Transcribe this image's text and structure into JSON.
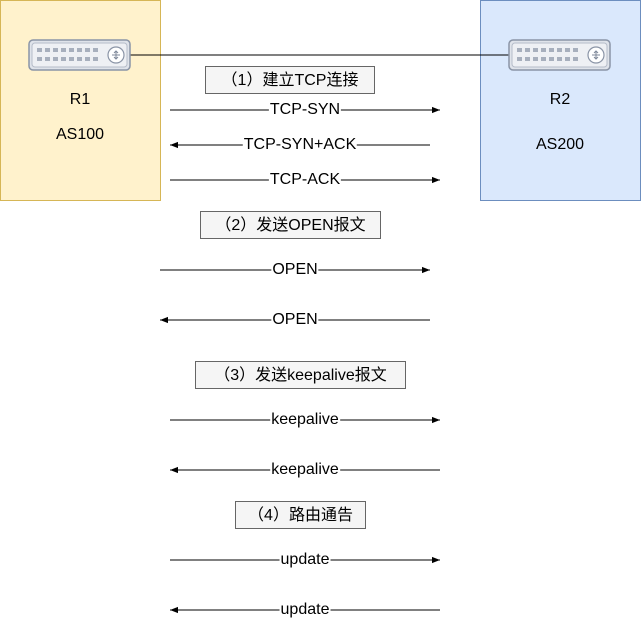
{
  "routers": [
    {
      "name": "R1",
      "as": "AS100"
    },
    {
      "name": "R2",
      "as": "AS200"
    }
  ],
  "phases": [
    "（1）建立TCP连接",
    "（2）发送OPEN报文",
    "（3）发送keepalive报文",
    "（4）路由通告"
  ],
  "messages": [
    {
      "label": "TCP-SYN",
      "direction": "right"
    },
    {
      "label": "TCP-SYN+ACK",
      "direction": "left"
    },
    {
      "label": "TCP-ACK",
      "direction": "right"
    },
    {
      "label": "OPEN",
      "direction": "right"
    },
    {
      "label": "OPEN",
      "direction": "left"
    },
    {
      "label": "keepalive",
      "direction": "right"
    },
    {
      "label": "keepalive",
      "direction": "left"
    },
    {
      "label": "update",
      "direction": "right"
    },
    {
      "label": "update",
      "direction": "left"
    }
  ]
}
